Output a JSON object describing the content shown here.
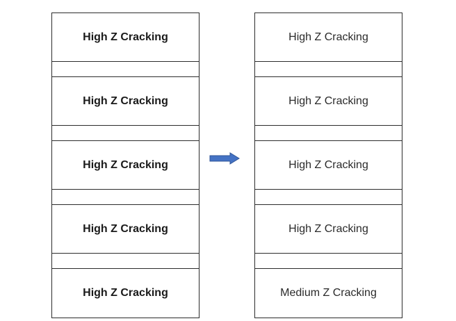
{
  "left_column": {
    "layers": [
      "High Z Cracking",
      "High Z Cracking",
      "High Z Cracking",
      "High Z Cracking",
      "High Z Cracking"
    ]
  },
  "right_column": {
    "layers": [
      "High Z Cracking",
      "High Z Cracking",
      "High Z Cracking",
      "High Z Cracking",
      "Medium Z Cracking"
    ]
  },
  "arrow": {
    "color": "#4472c4",
    "outline": "#2f5597",
    "direction": "right",
    "icon": "right-arrow-icon"
  }
}
